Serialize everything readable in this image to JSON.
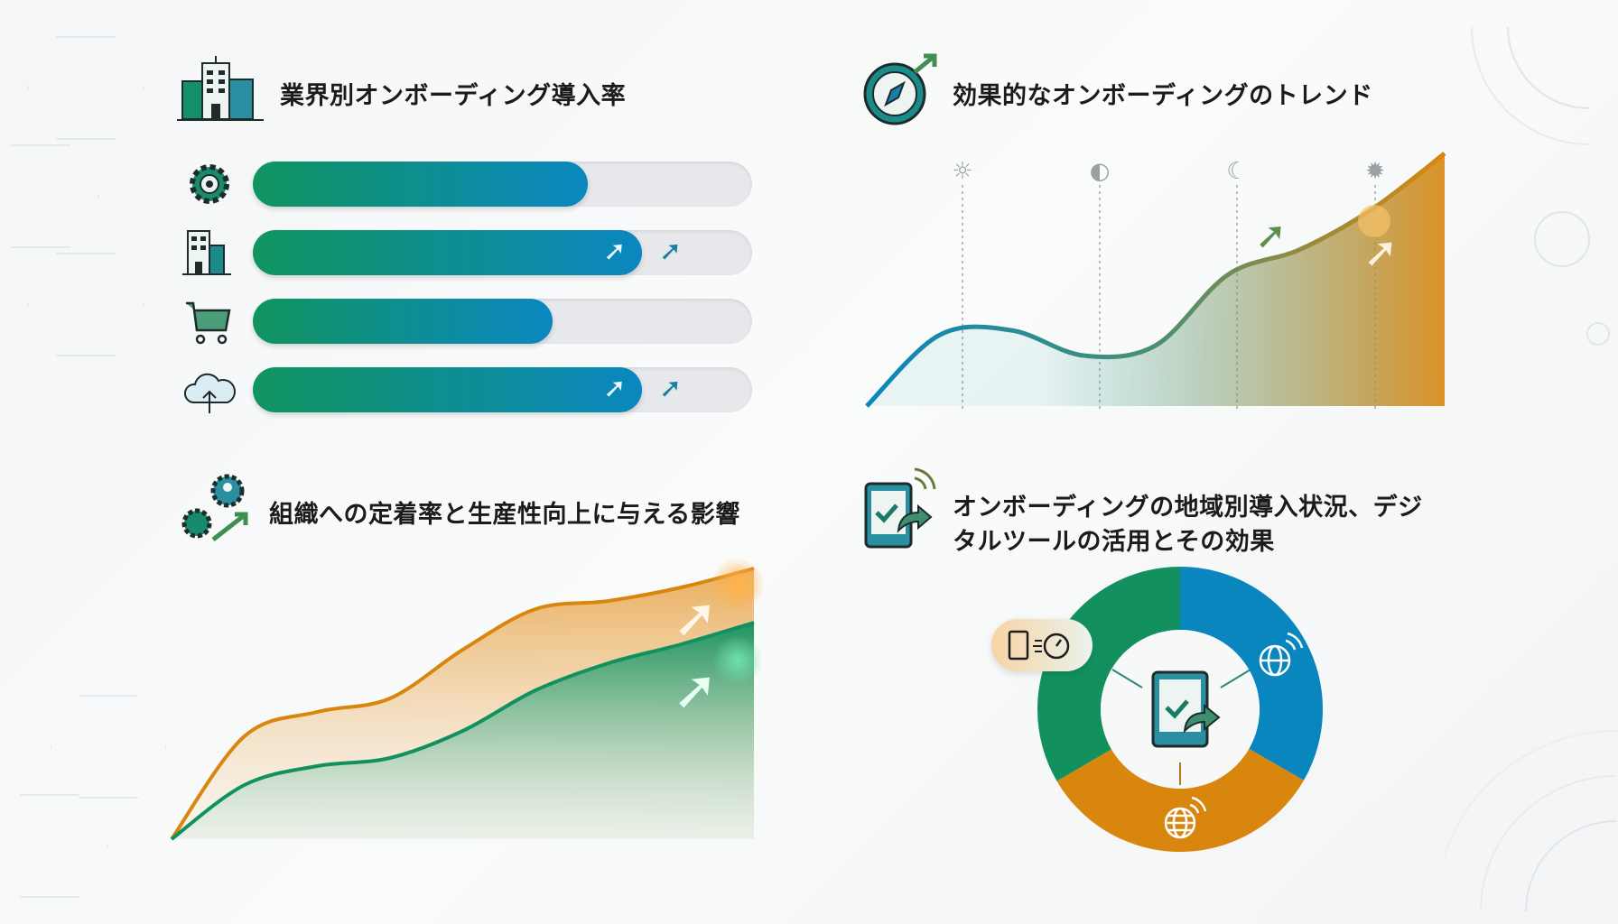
{
  "panels": {
    "industry_adoption": {
      "title": "業界別オンボーディング導入率",
      "bars": [
        {
          "icon": "gear-target-icon",
          "value": 0.67,
          "trend_up": false
        },
        {
          "icon": "office-building-icon",
          "value": 0.78,
          "trend_up": true
        },
        {
          "icon": "shopping-cart-icon",
          "value": 0.6,
          "trend_up": false
        },
        {
          "icon": "cloud-upload-icon",
          "value": 0.78,
          "trend_up": true
        }
      ]
    },
    "trends": {
      "title": "効果的なオンボーディングのトレンド",
      "markers": [
        "sun-icon",
        "half-moon-icon",
        "crescent-moon-icon",
        "sun-filled-icon"
      ]
    },
    "retention": {
      "title": "組織への定着率と生産性向上に与える影響"
    },
    "regional": {
      "title_line1": "オンボーディングの地域別導入状況、デジ",
      "title_line2": "タルツールの活用とその効果",
      "segments": [
        {
          "name": "blue",
          "share": 0.333,
          "color": "#0a86bf"
        },
        {
          "name": "orange",
          "share": 0.333,
          "color": "#d9860f"
        },
        {
          "name": "green",
          "share": 0.334,
          "color": "#12915f"
        }
      ]
    }
  },
  "chart_data": [
    {
      "type": "line",
      "title": "効果的なオンボーディングのトレンド",
      "x": [
        0,
        1,
        2,
        3,
        4,
        5,
        6,
        7,
        8
      ],
      "values": [
        0,
        28,
        30,
        20,
        24,
        52,
        62,
        78,
        100
      ]
    },
    {
      "type": "area",
      "title": "組織への定着率と生産性向上に与える影響",
      "x": [
        0,
        1,
        2,
        3,
        4,
        5,
        6,
        7,
        8
      ],
      "series": [
        {
          "name": "orange",
          "color": "#d9860f",
          "values": [
            0,
            38,
            47,
            52,
            70,
            85,
            88,
            93,
            100
          ]
        },
        {
          "name": "green",
          "color": "#12915f",
          "values": [
            0,
            20,
            27,
            30,
            40,
            55,
            65,
            72,
            80
          ]
        }
      ]
    }
  ]
}
